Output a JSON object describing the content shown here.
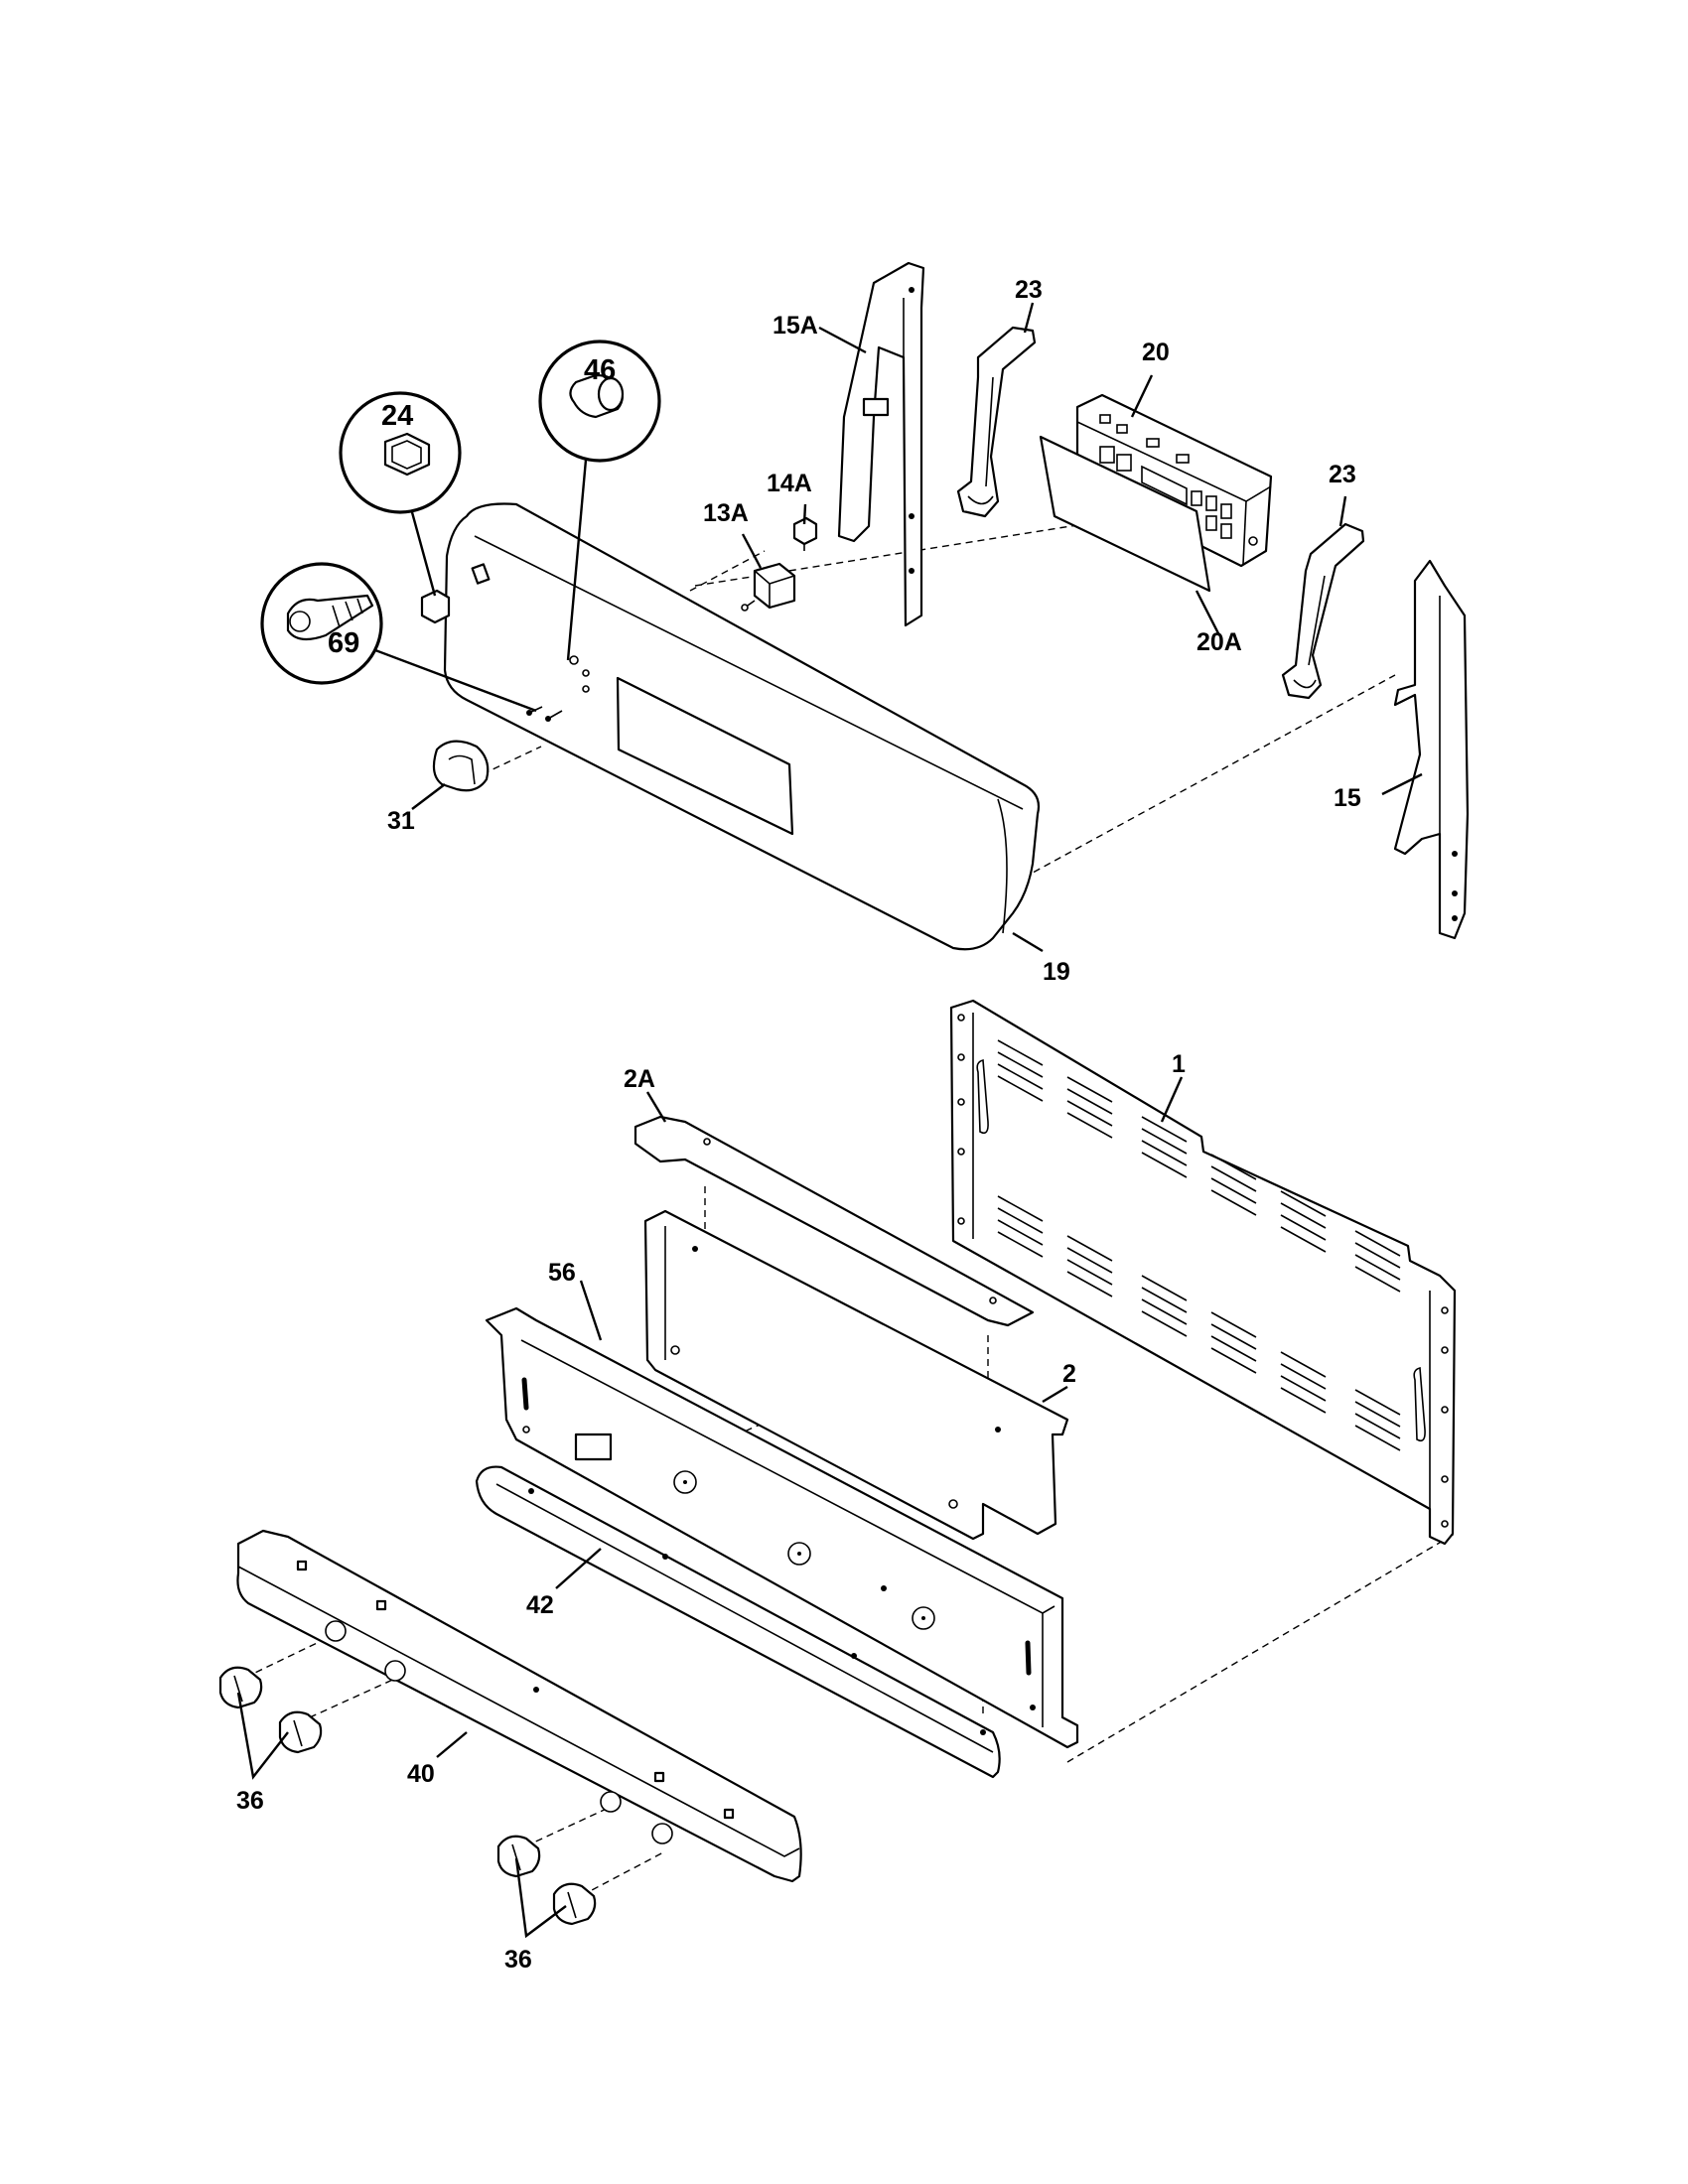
{
  "diagram": {
    "labels": {
      "p1": "1",
      "p2": "2",
      "p2A": "2A",
      "p13A": "13A",
      "p14A": "14A",
      "p15": "15",
      "p15A": "15A",
      "p19": "19",
      "p20": "20",
      "p20A": "20A",
      "p23a": "23",
      "p23b": "23",
      "p24": "24",
      "p31": "31",
      "p36a": "36",
      "p36b": "36",
      "p40": "40",
      "p42": "42",
      "p46": "46",
      "p56": "56",
      "p69": "69"
    }
  }
}
